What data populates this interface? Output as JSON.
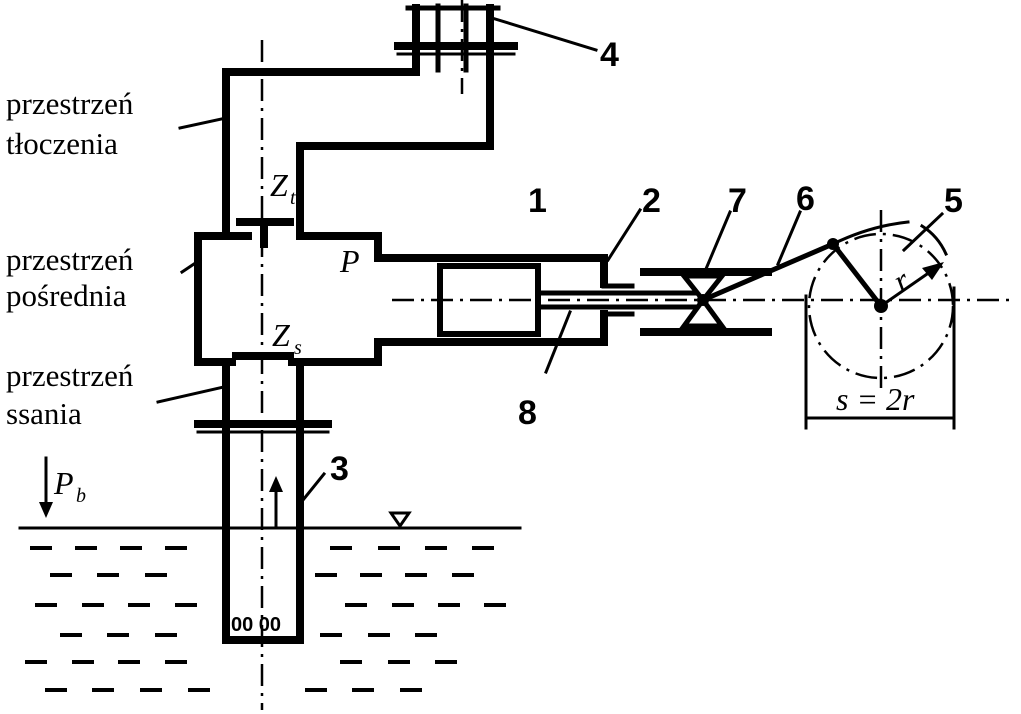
{
  "labels": {
    "delivery_space_line1": "przestrzeń",
    "delivery_space_line2": "tłoczenia",
    "intermediate_space_line1": "przestrzeń",
    "intermediate_space_line2": "pośrednia",
    "suction_space_line1": "przestrzeń",
    "suction_space_line2": "ssania"
  },
  "numbers": {
    "n1": "1",
    "n2": "2",
    "n3": "3",
    "n4": "4",
    "n5": "5",
    "n6": "6",
    "n7": "7",
    "n8": "8"
  },
  "symbols": {
    "zt_main": "Z",
    "zt_sub": "t",
    "zs_main": "Z",
    "zs_sub": "s",
    "p": "P",
    "pb_main": "P",
    "pb_sub": "b",
    "r": "r",
    "stroke": "s = 2r"
  },
  "strainer_holes": "00 00"
}
